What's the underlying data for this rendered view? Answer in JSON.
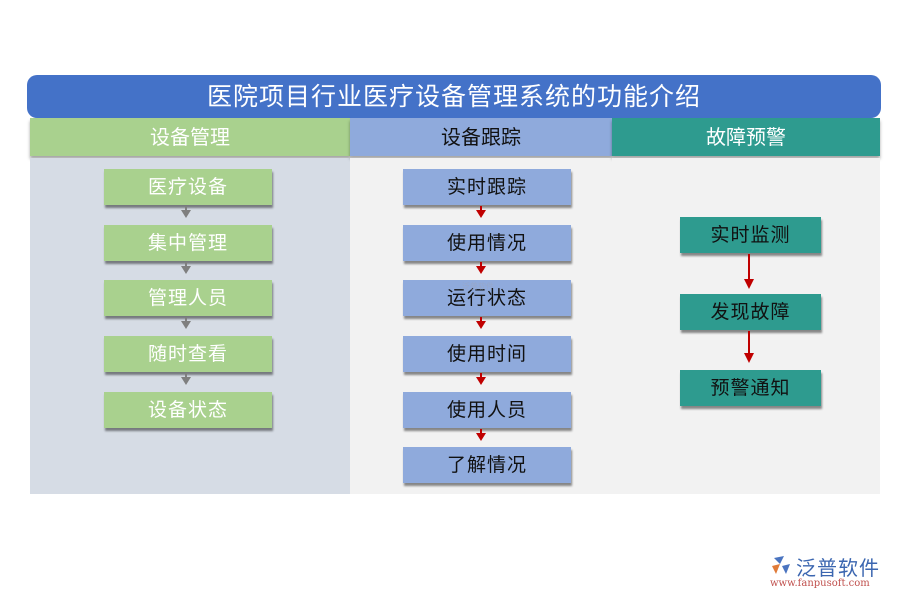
{
  "title": "医院项目行业医疗设备管理系统的功能介绍",
  "colors": {
    "title_bg": "#4472c8",
    "col1_header": "#a9d18e",
    "col1_body": "#d6dce5",
    "col1_box": "#a9d18e",
    "col2_header": "#8faadc",
    "col2_body": "#f2f2f2",
    "col2_box": "#8faadc",
    "col3_header": "#2e9b8f",
    "col3_body": "#f2f2f2",
    "col3_box": "#2e9b8f",
    "arrow_gray": "#7f7f7f",
    "arrow_red": "#c00000"
  },
  "columns": [
    {
      "header": "设备管理",
      "steps": [
        "医疗设备",
        "集中管理",
        "管理人员",
        "随时查看",
        "设备状态"
      ]
    },
    {
      "header": "设备跟踪",
      "steps": [
        "实时跟踪",
        "使用情况",
        "运行状态",
        "使用时间",
        "使用人员",
        "了解情况"
      ]
    },
    {
      "header": "故障预警",
      "steps": [
        "实时监测",
        "发现故障",
        "预警通知"
      ]
    }
  ],
  "watermark": "泛普软件",
  "logo": {
    "name": "泛普软件",
    "url": "www.fanpusoft.com"
  }
}
